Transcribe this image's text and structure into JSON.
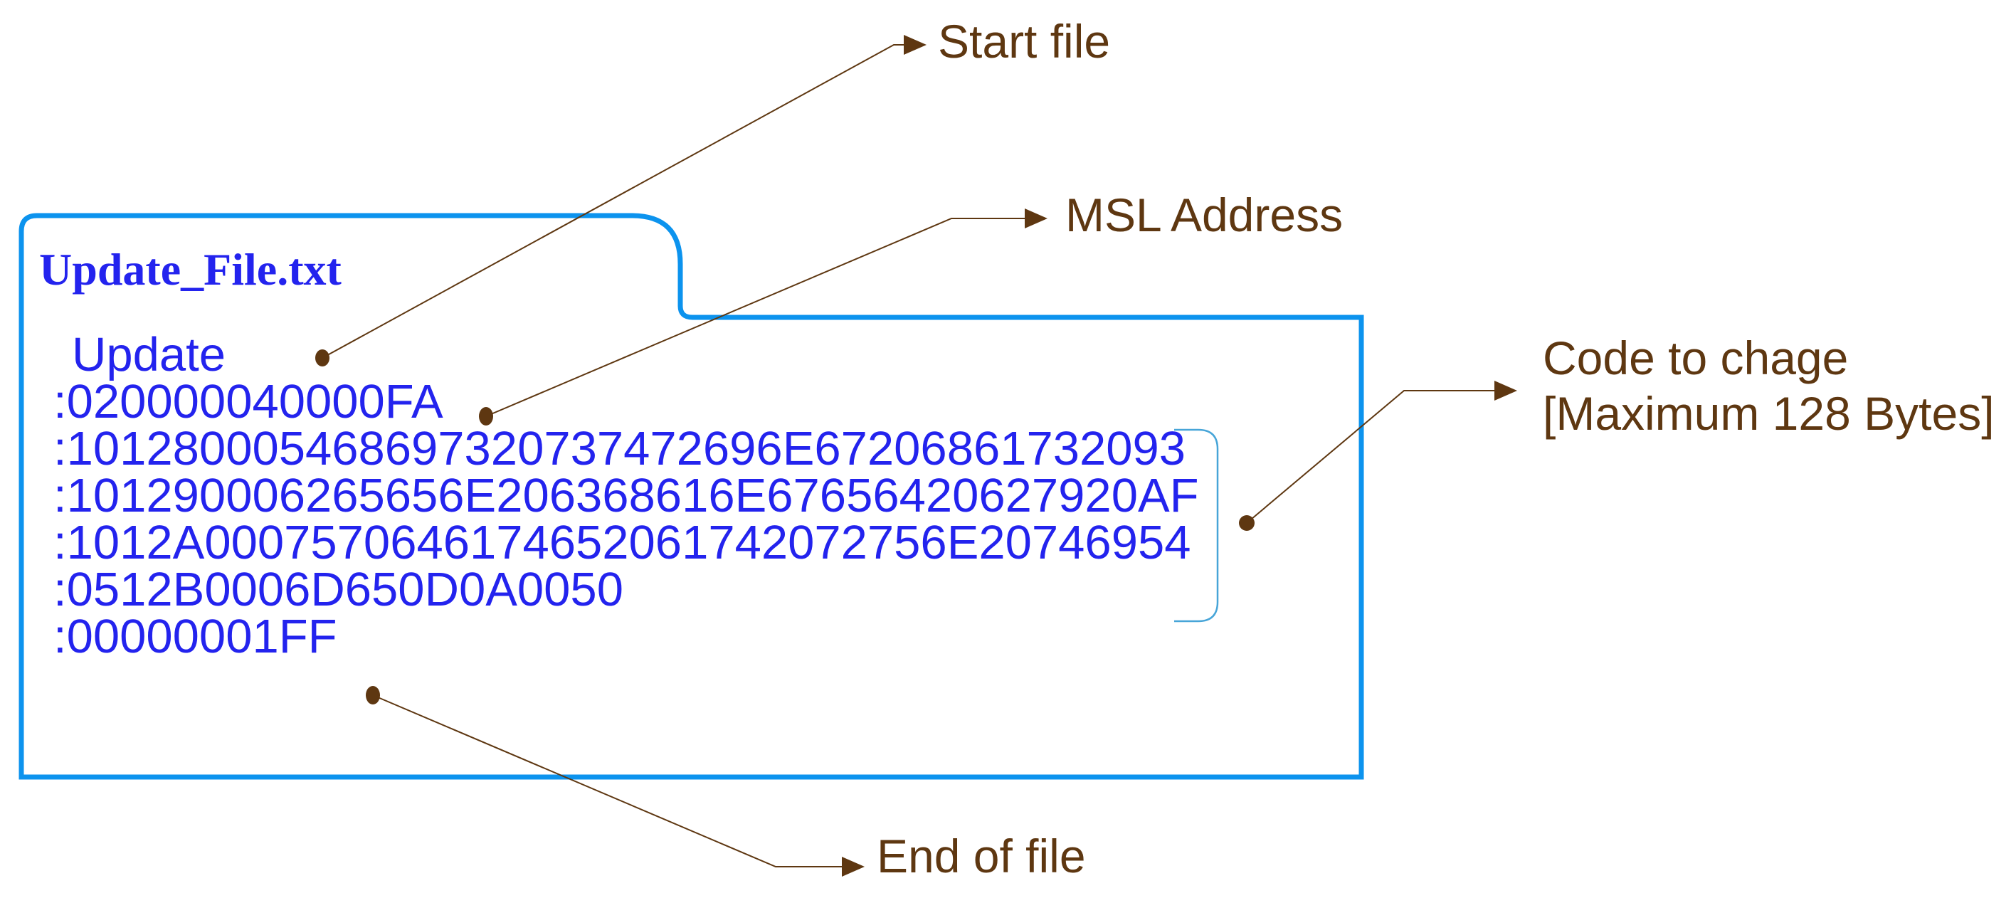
{
  "diagram": {
    "file": {
      "title": "Update_File.txt",
      "lines": [
        "Update",
        ":020000040000FA",
        ":101280005468697320737472696E67206861732093",
        ":101290006265656E206368616E67656420627920AF",
        ":1012A0007570646174652061742072756E20746954",
        ":0512B0006D650D0A0050",
        ":00000001FF"
      ]
    },
    "labels": {
      "start_file": "Start file",
      "msl_address": "MSL Address",
      "code_to_change": "Code to chage",
      "code_to_change_note": "[Maximum 128 Bytes]",
      "end_of_file": "End of file"
    },
    "colors": {
      "background": "#ffffff",
      "folder_outline": "#0c93ee",
      "bracket": "#47a5d8",
      "file_text": "#2323ee",
      "annotation": "#5e3711"
    }
  }
}
